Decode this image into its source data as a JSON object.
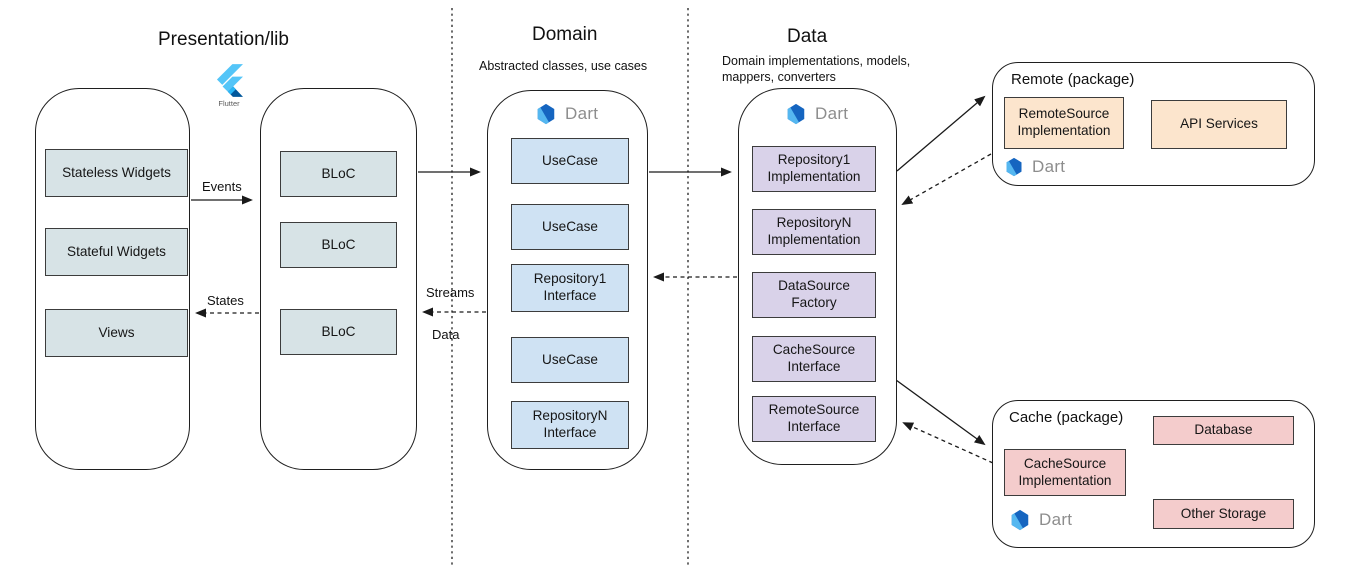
{
  "colors": {
    "presentation_box": "#d7e3e6",
    "domain_box": "#cfe2f3",
    "data_box": "#d9d2e9",
    "remote_box": "#fce5cd",
    "cache_box": "#f4cccc",
    "dart_label": "#8d8d8d",
    "flutter_light_blue": "#54c5f8",
    "flutter_mid_blue": "#29b6f6",
    "flutter_dark_blue": "#01579b",
    "dart_dark_blue": "#1565c0",
    "dart_light_blue": "#55b7f0",
    "arrow_color": "#1a1a1a"
  },
  "presentation": {
    "title": "Presentation/lib",
    "flutter_label": "Flutter",
    "widget_boxes": [
      "Stateless Widgets",
      "Stateful Widgets",
      "Views"
    ],
    "bloc_boxes": [
      "BLoC",
      "BLoC",
      "BLoC"
    ]
  },
  "arrow_labels": {
    "events": "Events",
    "states": "States",
    "streams": "Streams",
    "data": "Data"
  },
  "domain": {
    "title": "Domain",
    "subtitle": "Abstracted classes, use cases",
    "dart_label": "Dart",
    "boxes": [
      "UseCase",
      "UseCase",
      "Repository1 Interface",
      "UseCase",
      "RepositoryN Interface"
    ]
  },
  "data_layer": {
    "title": "Data",
    "subtitle_line1": "Domain implementations, models,",
    "subtitle_line2": "mappers, converters",
    "dart_label": "Dart",
    "boxes": [
      "Repository1 Implementation",
      "RepositoryN Implementation",
      "DataSource Factory",
      "CacheSource Interface",
      "RemoteSource Interface"
    ]
  },
  "remote_package": {
    "title": "Remote (package)",
    "dart_label": "Dart",
    "boxes": [
      "RemoteSource Implementation",
      "API Services"
    ]
  },
  "cache_package": {
    "title": "Cache (package)",
    "dart_label": "Dart",
    "boxes": [
      "CacheSource Implementation",
      "Database",
      "Other Storage"
    ]
  }
}
